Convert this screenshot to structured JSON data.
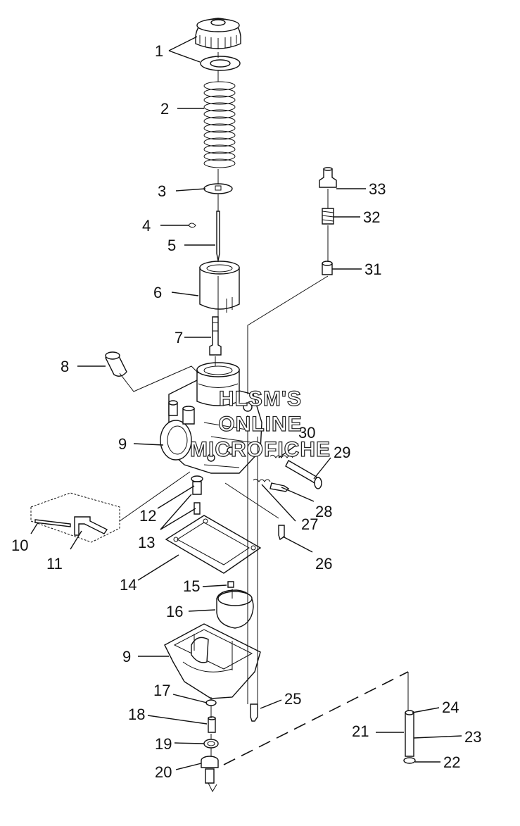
{
  "watermark": {
    "line1": "HLSM'S",
    "line2": "ONLINE",
    "line3": "MICROFICHE"
  },
  "callouts": [
    "1",
    "2",
    "3",
    "4",
    "5",
    "6",
    "7",
    "8",
    "9",
    "30",
    "29",
    "12",
    "28",
    "13",
    "27",
    "10",
    "11",
    "26",
    "14",
    "15",
    "16",
    "9",
    "17",
    "25",
    "18",
    "24",
    "21",
    "23",
    "19",
    "22",
    "20",
    "33",
    "32",
    "31"
  ]
}
